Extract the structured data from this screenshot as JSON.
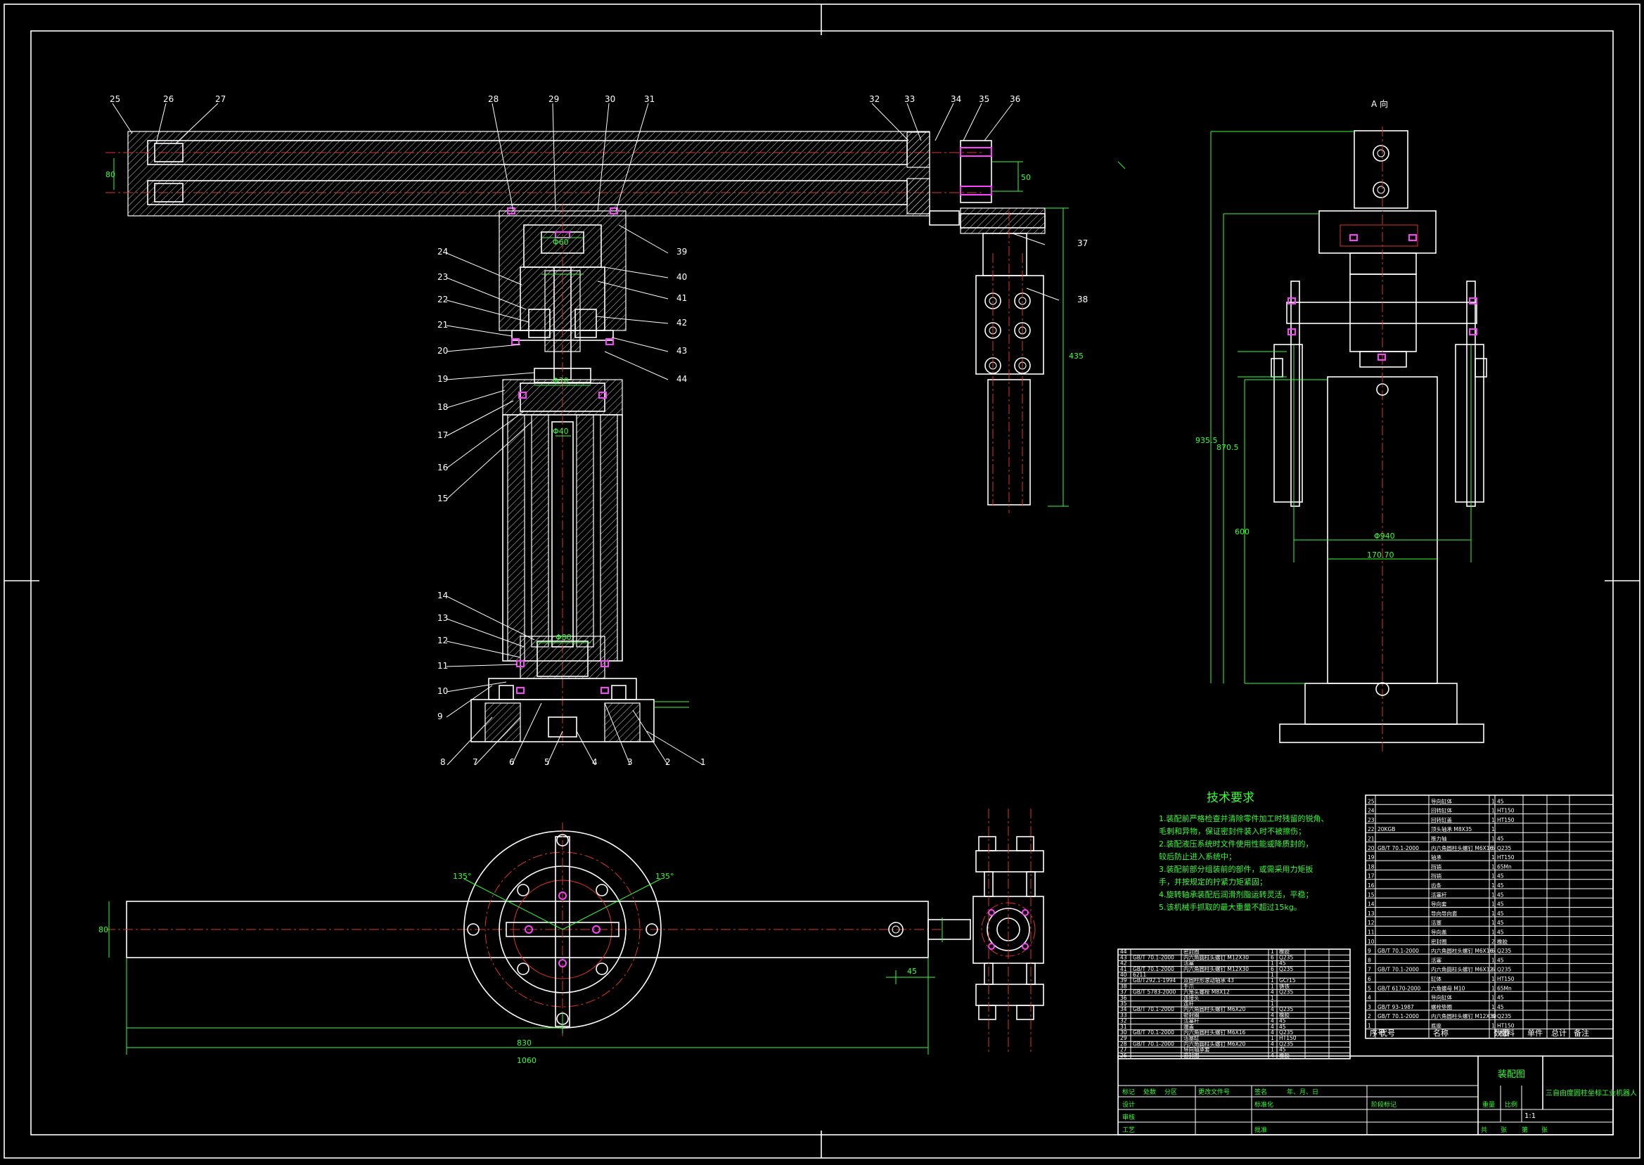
{
  "drawing": {
    "view_label": "A 向",
    "tech_req_title": "技术要求",
    "tech_req_lines": [
      "1.装配前严格检查并清除零件加工时残留的锐角、",
      "毛刺和异物，保证密封件装入时不被擦伤；",
      "2.装配液压系统时文件使用性能或降质封的，",
      "较后防止进入系统中；",
      "3.装配前部分组装前的部件，或需采用力矩扳",
      "手，并按规定的拧紧力矩紧固；",
      "4.旋转轴承装配后润滑剂脂运转灵活，平稳；",
      "5.该机械手抓取的最大重量不超过15kg。"
    ],
    "balloons_top": [
      "25",
      "26",
      "27",
      "28",
      "29",
      "30",
      "31",
      "32",
      "33",
      "34",
      "35",
      "36"
    ],
    "balloons_left": [
      "24",
      "23",
      "22",
      "21",
      "20",
      "19",
      "18",
      "17",
      "16",
      "15",
      "14",
      "13",
      "12",
      "11",
      "10",
      "9"
    ],
    "balloons_right": [
      "39",
      "40",
      "41",
      "42",
      "43",
      "44"
    ],
    "balloons_side": [
      "37",
      "38"
    ],
    "balloons_bottom": [
      "8",
      "7",
      "6",
      "5",
      "4",
      "3",
      "2",
      "1"
    ],
    "dimensions": {
      "length_total": "1060",
      "length_part": "830",
      "width_arm": "80",
      "right_offset": "45",
      "height_total": "935.5",
      "height_mid": "870.5",
      "height_lower": "600",
      "height_side": "435",
      "width_base": "Φ940",
      "width_frame": "170.70",
      "angle_a": "135°",
      "angle_b": "135°",
      "dia_a": "Φ80",
      "dia_b": "Φ40",
      "dia_c": "Φ70",
      "dia_d": "Φ60",
      "dim_e": "50",
      "dim_f": "80"
    }
  },
  "bom_left": {
    "rows": [
      [
        "44",
        "",
        "密封圈",
        "1",
        "橡胶"
      ],
      [
        "43",
        "GB/T 70.1-2000",
        "内六角圆柱头螺钉 M12X30",
        "6",
        "Q235"
      ],
      [
        "42",
        "",
        "活塞",
        "1",
        "45"
      ],
      [
        "41",
        "GB/T 70.1-2000",
        "内六角圆柱头螺钉 M12X30",
        "6",
        "Q235"
      ],
      [
        "40",
        "6211",
        "",
        "1",
        ""
      ],
      [
        "39",
        "GB/T292.1-1994",
        "双圆柱形滚动轴承 43",
        "1",
        "GCr15"
      ],
      [
        "38",
        "",
        "手爪",
        "1",
        "铸铁"
      ],
      [
        "37",
        "GB/T 5783-2000",
        "六角头螺栓 M8X12",
        "4",
        "Q235"
      ],
      [
        "36",
        "",
        "连接头",
        "1",
        ""
      ],
      [
        "35",
        "",
        "连杆",
        "1",
        ""
      ],
      [
        "34",
        "GB/T 70.1-2000",
        "内六角圆柱头螺钉 M6X20",
        "4",
        "Q235"
      ],
      [
        "33",
        "",
        "密封圈",
        "4",
        "橡胶"
      ],
      [
        "32",
        "",
        "活塞杆",
        "4",
        "45"
      ],
      [
        "31",
        "",
        "端盖",
        "4",
        "45"
      ],
      [
        "30",
        "GB/T 70.1-2000",
        "内六角圆柱头螺钉 M6X16",
        "4",
        "Q235"
      ],
      [
        "29",
        "",
        "活塞缸",
        "1",
        "HT150"
      ],
      [
        "28",
        "GB/T 70.1-2000",
        "内六角圆柱头螺钉 M6X20",
        "4",
        "Q235"
      ],
      [
        "27",
        "",
        "导向轴承套",
        "1",
        "45"
      ],
      [
        "26",
        "",
        "密封圈",
        "4",
        "橡胶"
      ]
    ]
  },
  "bom_right": {
    "rows": [
      [
        "25",
        "",
        "导向缸体",
        "1",
        "45"
      ],
      [
        "24",
        "",
        "回转缸体",
        "1",
        "HT150"
      ],
      [
        "23",
        "",
        "回转缸盖",
        "1",
        "HT150"
      ],
      [
        "22",
        "20KGB",
        "顶头轴承 M8X35",
        "1",
        ""
      ],
      [
        "21",
        "",
        "推力轴",
        "1",
        "45"
      ],
      [
        "20",
        "GB/T 70.1-2000",
        "内六角圆柱头螺钉 M6X16",
        "6",
        "Q235"
      ],
      [
        "19",
        "",
        "轴承",
        "1",
        "HT150"
      ],
      [
        "18",
        "",
        "挡销",
        "1",
        "65Mn"
      ],
      [
        "17",
        "",
        "挡销",
        "1",
        "45"
      ],
      [
        "16",
        "",
        "齿条",
        "1",
        "45"
      ],
      [
        "15",
        "",
        "活塞杆",
        "1",
        "45"
      ],
      [
        "14",
        "",
        "导向套",
        "1",
        "45"
      ],
      [
        "13",
        "",
        "导向导向套",
        "1",
        "45"
      ],
      [
        "12",
        "",
        "活塞",
        "1",
        "45"
      ],
      [
        "11",
        "",
        "导向盖",
        "1",
        "45"
      ],
      [
        "10",
        "",
        "密封圈",
        "2",
        "橡胶"
      ],
      [
        "9",
        "GB/T 70.1-2000",
        "内六角圆柱头螺钉 M6X16",
        "6",
        "Q235"
      ],
      [
        "8",
        "",
        "活塞",
        "1",
        "45"
      ],
      [
        "7",
        "GB/T 70.1-2000",
        "内六角圆柱头螺钉 M6X12",
        "6",
        "Q235"
      ],
      [
        "6",
        "",
        "缸体",
        "1",
        "HT150"
      ],
      [
        "5",
        "GB/T 6170-2000",
        "六角螺母 M10",
        "1",
        "65Mn"
      ],
      [
        "4",
        "",
        "导向缸体",
        "1",
        "45"
      ],
      [
        "3",
        "GB/T 93-1987",
        "螺栓垫圈",
        "1",
        "45"
      ],
      [
        "2",
        "GB/T 70.1-2000",
        "内六角圆柱头螺钉 M12X30",
        "6",
        "Q235"
      ],
      [
        "1",
        "",
        "底座",
        "1",
        "HT150"
      ]
    ],
    "header": [
      "序号",
      "代号",
      "名称",
      "数量",
      "材料",
      "单件",
      "总计",
      "备注"
    ]
  },
  "title_block": {
    "drawing_type": "装配图",
    "project_title": "三自由度圆柱坐标工业机器人",
    "scale": "1:1",
    "labels": [
      "标记",
      "处数",
      "分区",
      "更改文件号",
      "签名",
      "年、月、日",
      "设计",
      "标准化",
      "阶段标记",
      "重量",
      "比例",
      "审核",
      "工艺",
      "批准",
      "共",
      "张",
      "第",
      "张"
    ]
  }
}
